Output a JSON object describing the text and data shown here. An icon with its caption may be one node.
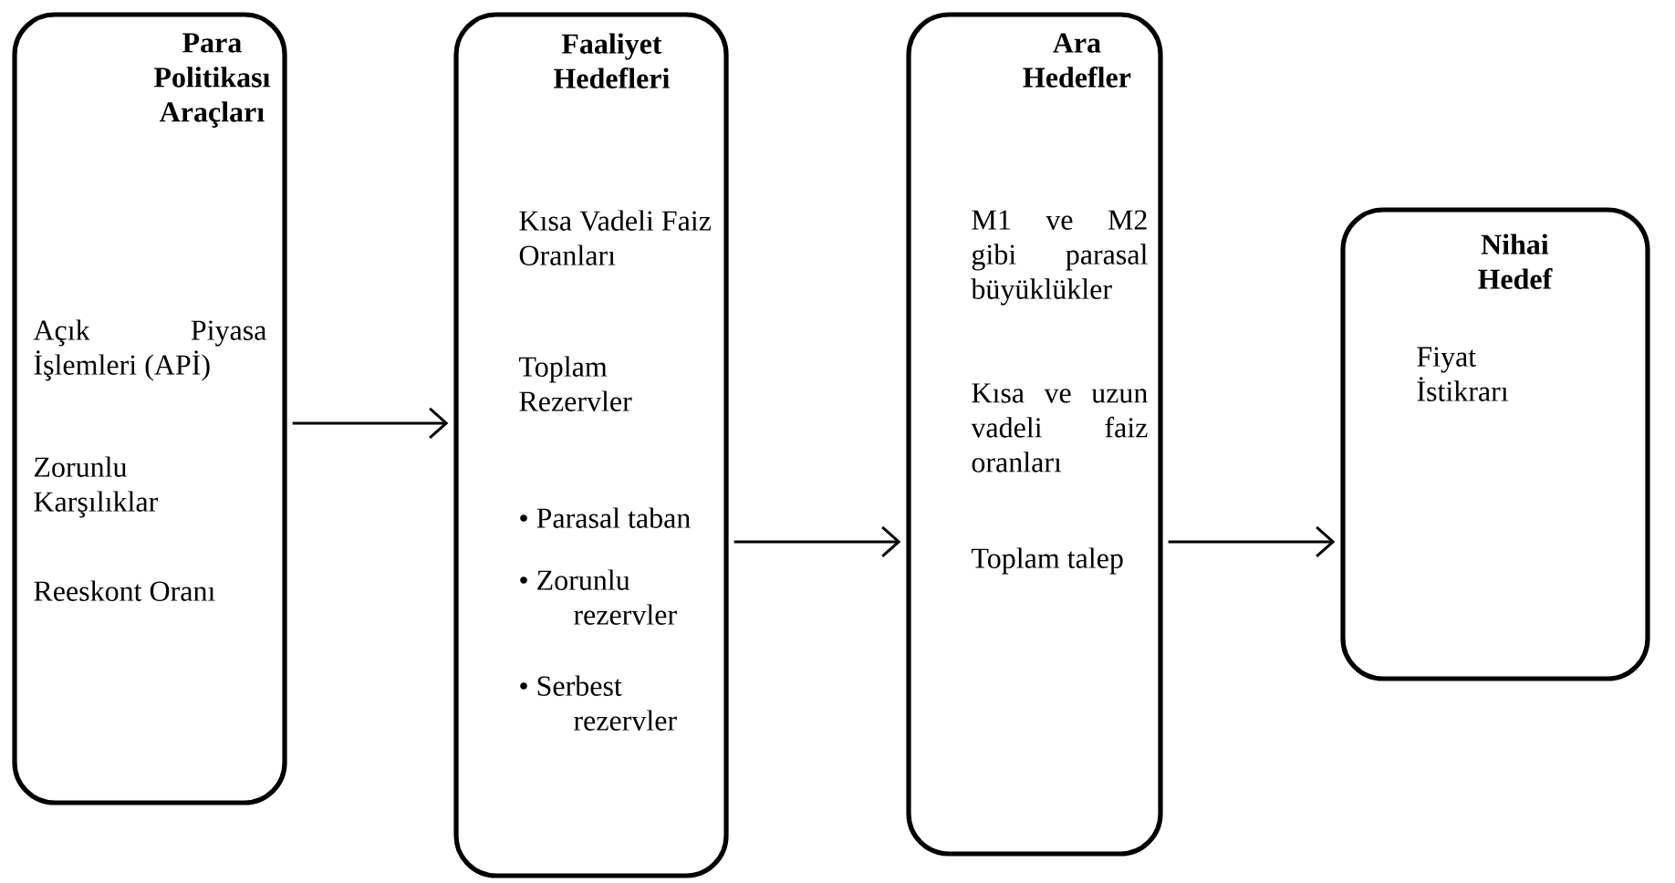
{
  "diagram": {
    "nodes": [
      {
        "text": [
          "Para Politikası Araçları",
          "Açık Piyasa İşlemleri (APİ)",
          "Zorunlu Karşılıklar",
          "Reeskont Oranı"
        ]
      },
      {
        "text": [
          "Faaliyet Hedefleri",
          "Kısa Vadeli Faiz Oranları",
          "Toplam Rezervler",
          "• Parasal taban",
          "• Zorunlu rezervler",
          "• Serbest rezervler"
        ]
      },
      {
        "text": [
          "Ara Hedefler",
          "M1 ve M2 gibi parasal büyüklükler",
          "Kısa ve uzun vadeli faiz oranları",
          "Toplam talep"
        ]
      },
      {
        "text": [
          "Nihai Hedef",
          "Fiyat İstikrarı"
        ]
      }
    ],
    "edges": [
      {
        "from": 0,
        "to": 1,
        "arrow": "to"
      },
      {
        "from": 1,
        "to": 2,
        "arrow": "to"
      },
      {
        "from": 2,
        "to": 3,
        "arrow": "to"
      }
    ]
  }
}
